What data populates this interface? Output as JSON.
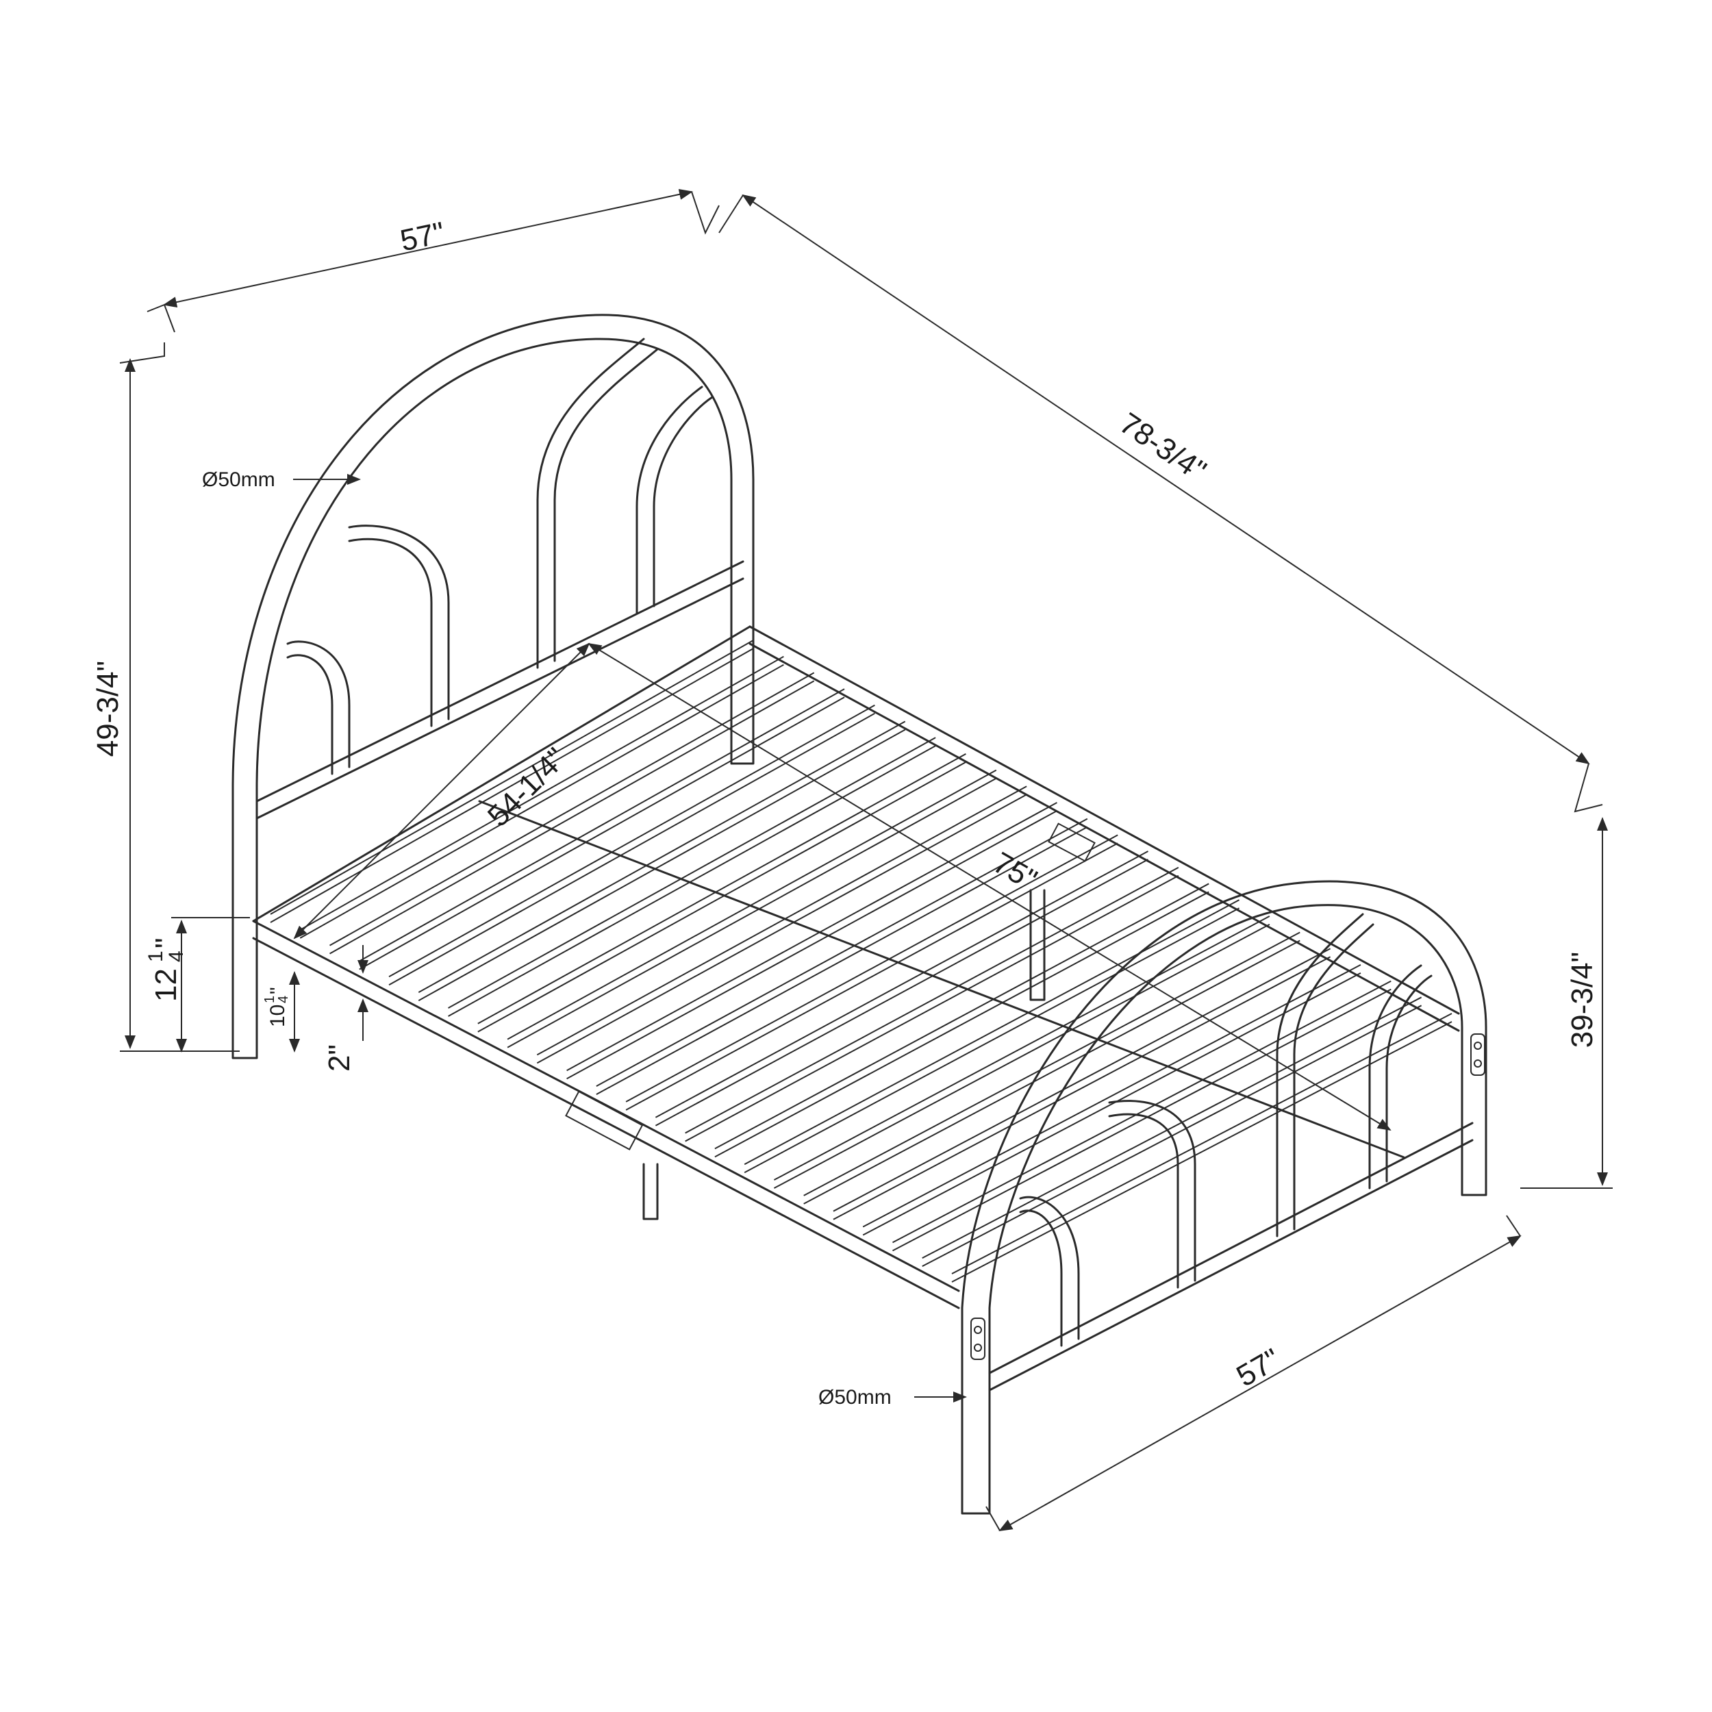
{
  "diagram": {
    "dimensions": {
      "top_width": "57\"",
      "length": "78-3/4\"",
      "headboard_height": "49-3/4\"",
      "footboard_height": "39-3/4\"",
      "bottom_width": "57\"",
      "inner_width": "54-1/4\"",
      "inner_length": "75\"",
      "rail_height": "12",
      "rail_height_frac_num": "1",
      "rail_height_frac_den": "4",
      "rail_height_inch": "\"",
      "slat_height": "10",
      "slat_height_frac_num": "1",
      "slat_height_frac_den": "4",
      "slat_height_inch": "\"",
      "rail_depth": "2\"",
      "tube_diameter_head": "Ø50mm",
      "tube_diameter_foot": "Ø50mm"
    }
  }
}
